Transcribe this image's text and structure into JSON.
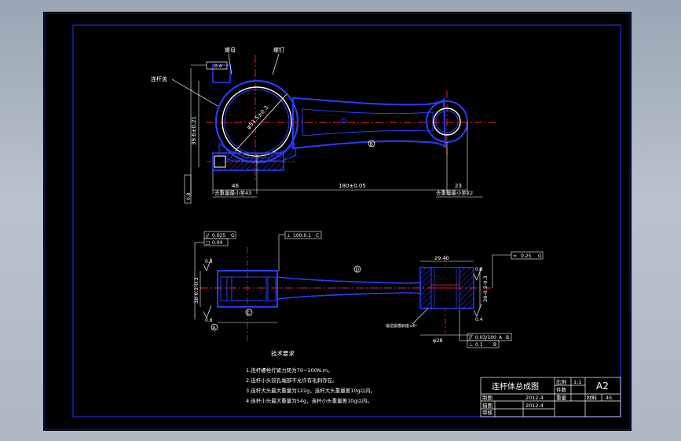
{
  "colors": {
    "viewport": "#000000",
    "frame": "#1c2ce8",
    "part": "#2b3cff",
    "white": "#ffffff",
    "center": "#ff2020",
    "dim": "#ffffff",
    "hatch": "#2b3cff"
  },
  "top_view": {
    "callouts": [
      "螺母",
      "螺钉",
      "连杆盖"
    ],
    "datum_b": "B",
    "dia_label": "φ53.5±0.3",
    "height_dim": "39.6±0.21",
    "dim_left": "46",
    "dim_center": "180±0.05",
    "dim_right": "23",
    "note_left": "去重量最小至43",
    "note_right": "去重量最小至22",
    "flag_symbols": [
      "0.4",
      "0.8"
    ]
  },
  "front_view": {
    "fcf_top_1": [
      "//",
      "0.025",
      "G"
    ],
    "fcf_top_2": [
      "□",
      "0.04"
    ],
    "fcf_top_3": [
      "⊥",
      "100:0.1",
      "C"
    ],
    "fcf_right": [
      "=",
      "0.25",
      "G"
    ],
    "fcf_bottom_1": [
      "//",
      "0.03/100",
      "A",
      "B"
    ],
    "fcf_bottom_2": [
      "⊥",
      "0.1",
      "B"
    ],
    "datum_a": "A",
    "datum_c": "C",
    "datum_d": "D",
    "left_height": "38-0.2-0.3",
    "right_height": "38-0.2-0.3",
    "rough_1": "0.8",
    "rough_2": "0.8",
    "rough_3": "0.8",
    "rough_4": "0.4",
    "top_width": "29.40",
    "small_end": "φ28",
    "note_bore": "锻造拔模斜度≤6°"
  },
  "tech_req": {
    "title": "技术要求",
    "items": [
      "1.连杆螺栓拧紧力矩为70~100N.m。",
      "2.连杆小头铰孔端部不允许有毛刺存在。",
      "3.连杆大头最大重量为122g，连杆大头重量差10g以内。",
      "4.连杆小头最大重量为54g，连杆小头重量差10g以内。"
    ]
  },
  "title_block": {
    "title": "连杆体总成图",
    "scale_label": "比例",
    "scale_value": "1:1",
    "sheet": "A2",
    "qty_label": "件数",
    "weight_label": "重量",
    "material_label": "材料",
    "material_value": "45",
    "drawn_label": "制图",
    "check_label": "描图",
    "approve_label": "审核",
    "date_1": "2012.4",
    "date_2": "2012.4"
  }
}
